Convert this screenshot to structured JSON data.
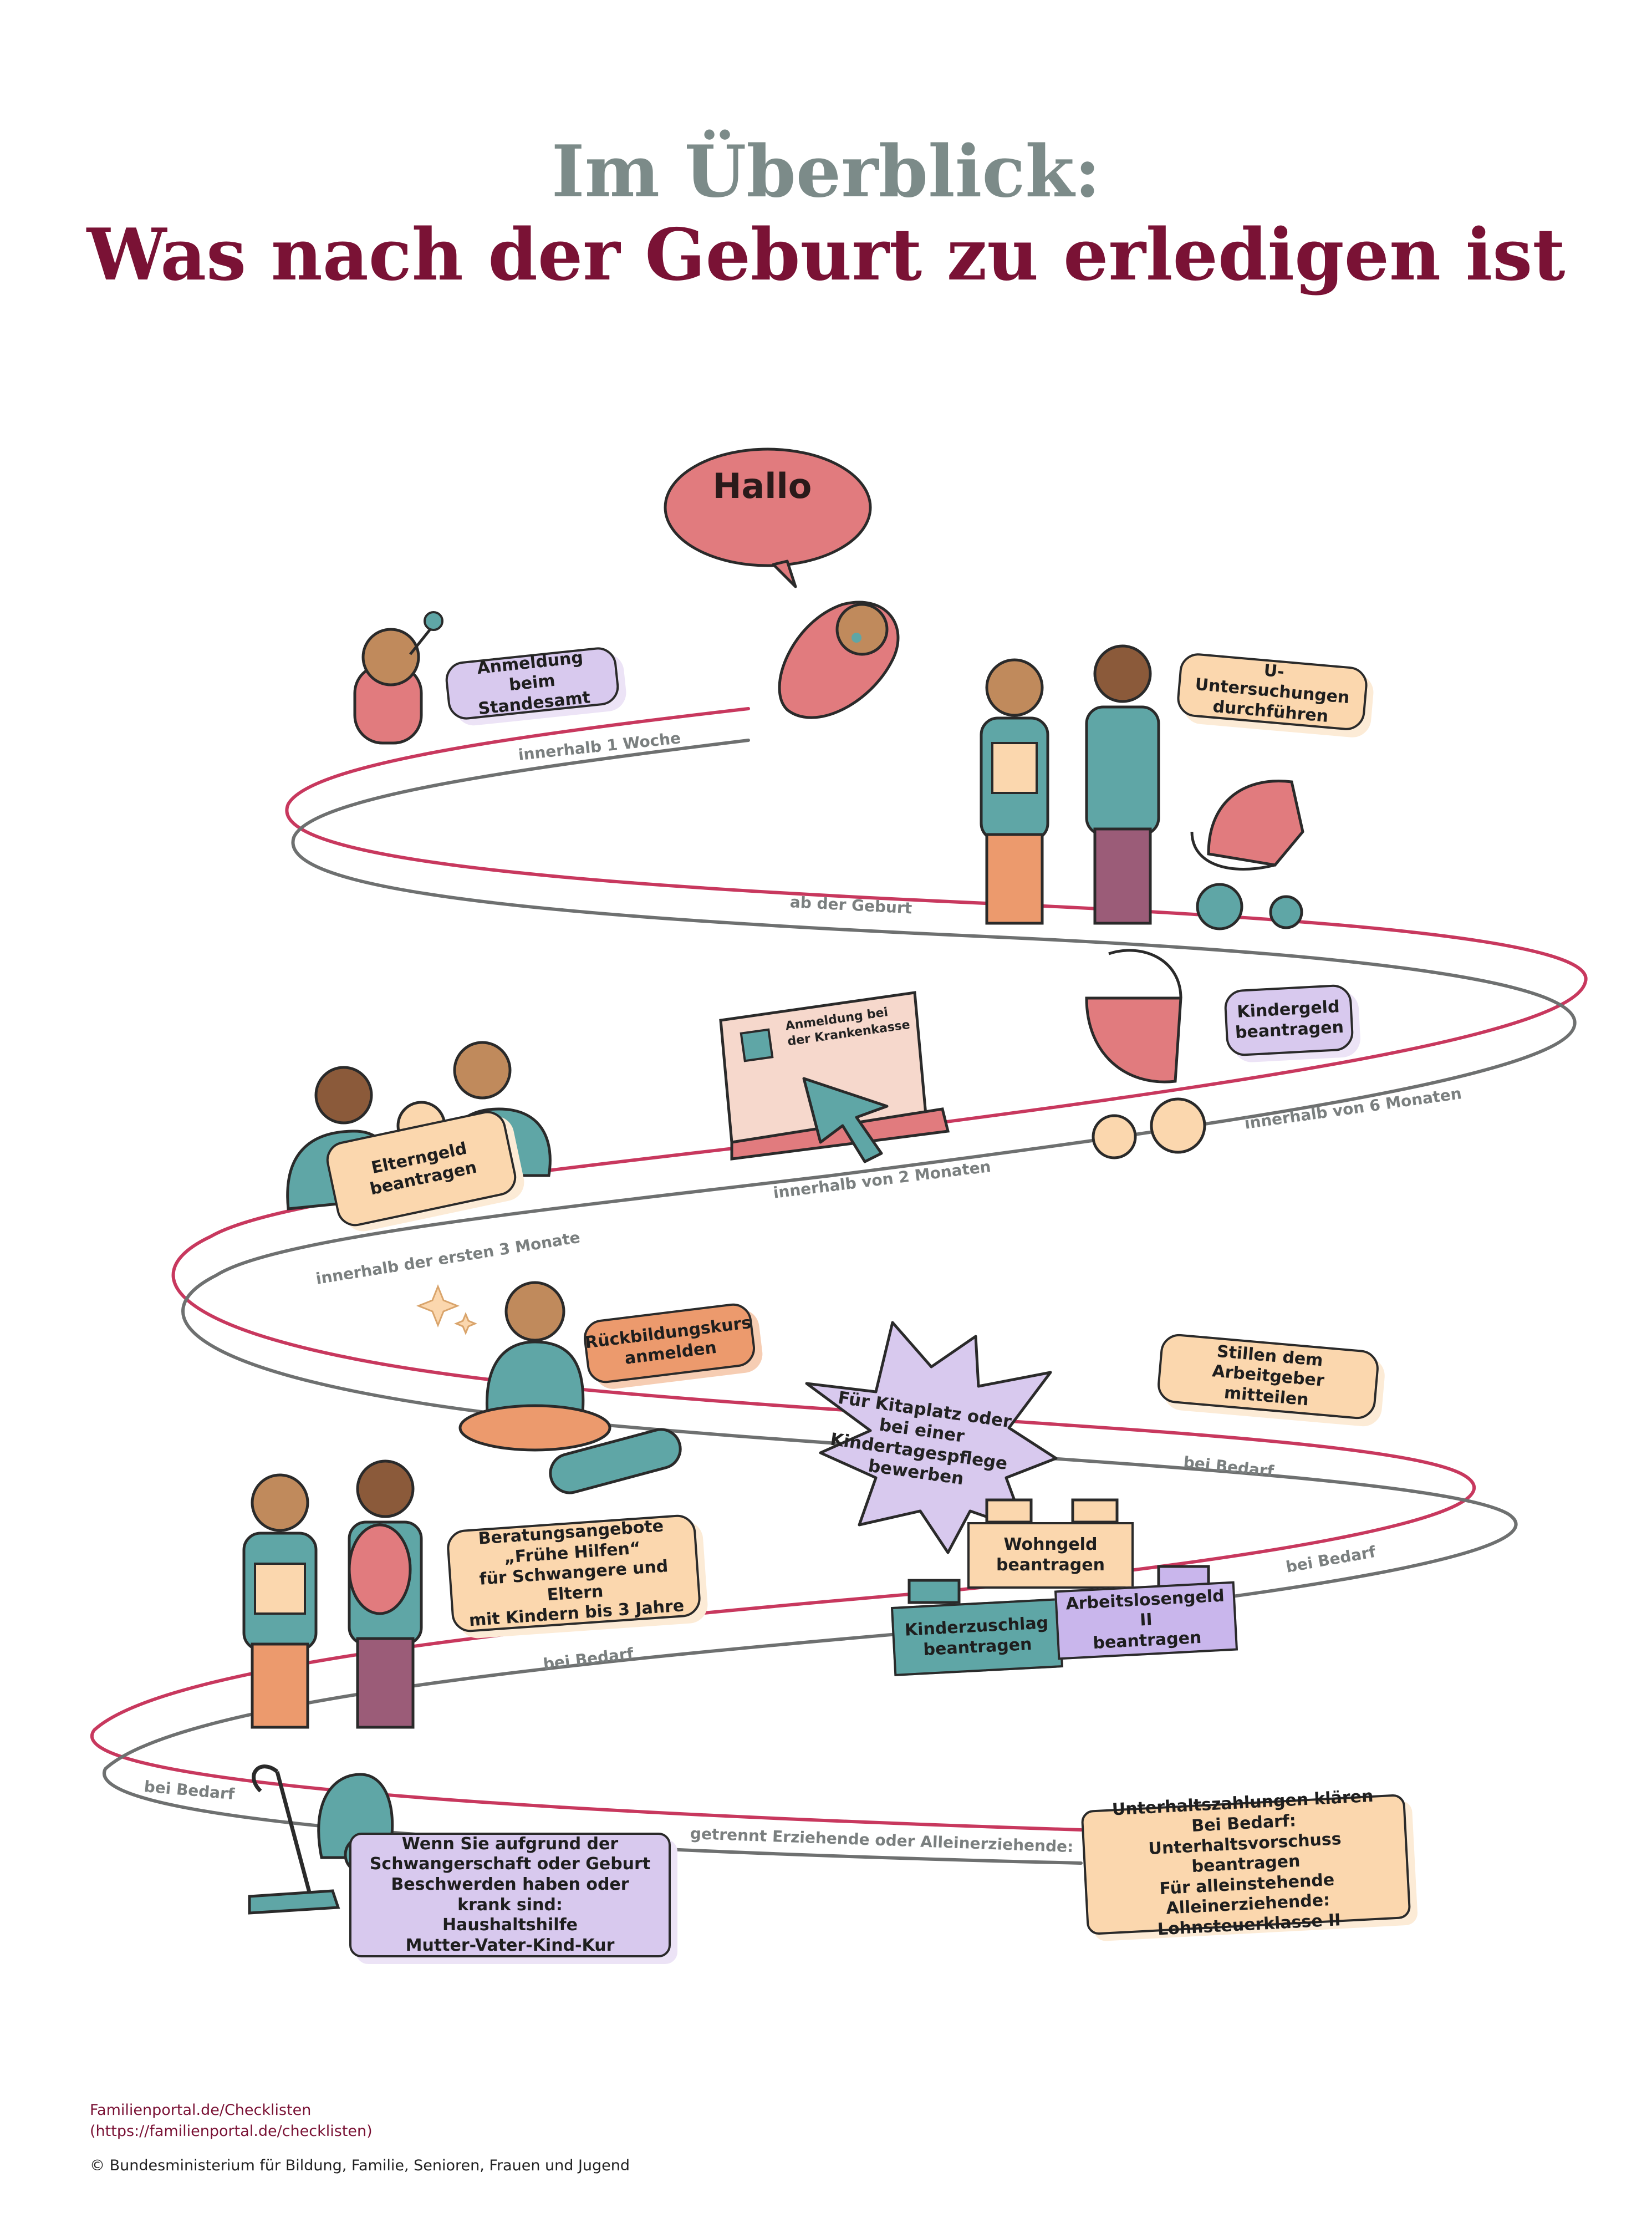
{
  "title": {
    "line1": "Im Überblick:",
    "line2": "Was nach der Geburt zu erledigen ist"
  },
  "speech_bubble": {
    "text": "Hallo"
  },
  "tasks": {
    "standesamt": "Anmeldung beim\nStandesamt",
    "u_untersuchungen": "U-Untersuchungen\ndurchführen",
    "krankenkasse": "Anmeldung bei\nder Krankenkasse",
    "kindergeld": "Kindergeld\nbeantragen",
    "elterngeld": "Elterngeld\nbeantragen",
    "rueckbildung": "Rückbildungskurs\nanmelden",
    "kitaplatz": "Für Kitaplatz oder\nbei einer\nKindertagespflege\nbewerben",
    "stillen": "Stillen dem Arbeitgeber\nmitteilen",
    "fruehe_hilfen": "Beratungsangebote\n„Frühe Hilfen“\nfür Schwangere und Eltern\nmit Kindern bis 3 Jahre",
    "wohngeld": "Wohngeld\nbeantragen",
    "kinderzuschlag": "Kinderzuschlag\nbeantragen",
    "arbeitslosengeld": "Arbeitslosengeld II\nbeantragen",
    "haushaltshilfe": "Wenn Sie aufgrund der\nSchwangerschaft oder Geburt\nBeschwerden haben oder krank sind:\nHaushaltshilfe\nMutter-Vater-Kind-Kur",
    "unterhalt": "Unterhaltszahlungen klären\nBei Bedarf: Unterhaltsvorschuss\nbeantragen\nFür alleinstehende Alleinerziehende:\nLohnsteuerklasse II"
  },
  "timeline_labels": {
    "woche": "innerhalb 1 Woche",
    "geburt": "ab der Geburt",
    "sechs_monate": "innerhalb von 6 Monaten",
    "zwei_monate": "innerhalb von 2 Monaten",
    "drei_monate": "innerhalb der ersten 3 Monate",
    "bedarf_1": "bei Bedarf",
    "bedarf_2": "bei Bedarf",
    "bedarf_3": "bei Bedarf",
    "bedarf_4": "bei Bedarf",
    "getrennt": "getrennt Erziehende oder Alleinerziehende:"
  },
  "footer": {
    "link": "Familienportal.de/Checklisten",
    "url": "(https://familienportal.de/checklisten)",
    "copyright": "© Bundesministerium für Bildung, Familie, Senioren, Frauen und Jugend"
  },
  "colors": {
    "title_gray": "#7c8b89",
    "title_red": "#7a1235",
    "track_red": "#c8385e",
    "track_gray": "#6e7070",
    "pink": "#e17b7e",
    "teal": "#5fa6a6",
    "lavender": "#d8c9ee",
    "peach": "#fbd7ae",
    "orange": "#ec9a6d"
  }
}
